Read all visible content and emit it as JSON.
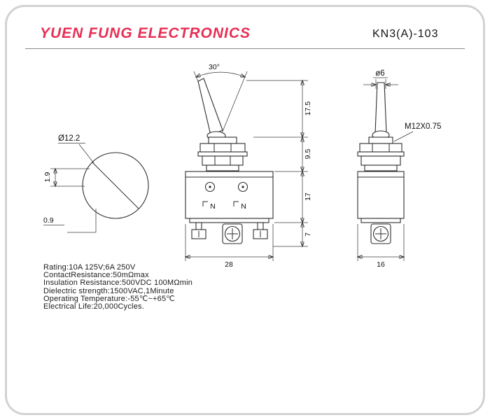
{
  "header": {
    "company": "YUEN FUNG ELECTRONICS",
    "part_number": "KN3(A)-103",
    "brand_color": "#e72e54"
  },
  "views": {
    "top": {
      "diameter": "Ø12.2",
      "dim_flat": "1.9",
      "dim_step": "0.9"
    },
    "front": {
      "angle": "30°",
      "dim_lever": "17.5",
      "dim_bushing": "9.5",
      "dim_body": "17",
      "dim_terminal": "7",
      "dim_width": "28",
      "terminal_left": "N",
      "terminal_right": "N"
    },
    "side": {
      "lever_diameter": "ø6",
      "thread": "M12X0.75",
      "dim_width": "16"
    }
  },
  "specs": {
    "lines": [
      "Rating:10A 125V;6A 250V",
      "ContactResistance:50mΩmax",
      "Insulation Resistance:500VDC 100MΩmin",
      "Dielectric strength:1500VAC,1Minute",
      "Operating Temperature:-55℃~+65℃",
      "Electrical Life:20,000Cycles."
    ]
  }
}
